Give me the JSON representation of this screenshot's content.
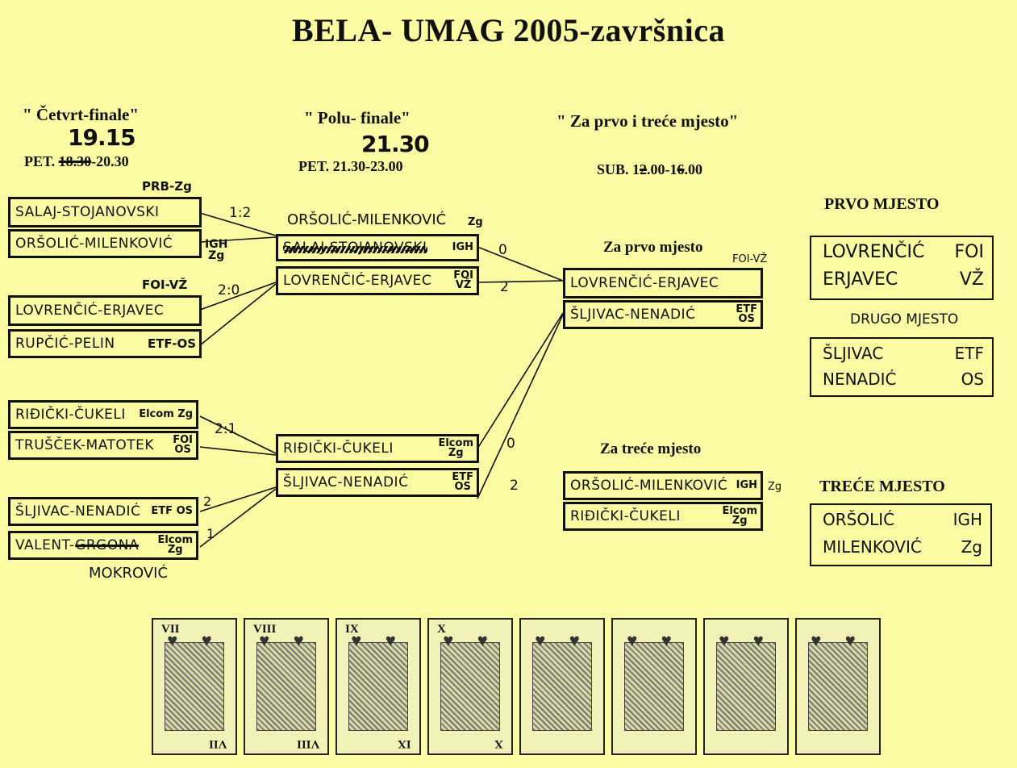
{
  "title": "BELA- UMAG 2005-završnica",
  "quarter": {
    "heading": "\" Četvrt-finale\"",
    "new_time": "19.15",
    "prefix": "PET.",
    "old_time": "18.30",
    "time_rest": "-20.30",
    "matches": [
      {
        "result": "1:2",
        "note": "PRB-Zg",
        "team_a": {
          "name": "SALAJ-STOJANOVSKI",
          "org": ""
        },
        "team_b": {
          "name": "ORŠOLIĆ-MILENKOVIĆ",
          "org": "IGH",
          "org2": "Zg"
        }
      },
      {
        "result": "2:0",
        "note": "FOI-VŽ",
        "team_a": {
          "name": "LOVRENČIĆ-ERJAVEC",
          "org": ""
        },
        "team_b": {
          "name": "RUPČIĆ-PELIN",
          "org": "ETF-OS"
        }
      },
      {
        "result": "2:1",
        "note": "",
        "team_a": {
          "name": "RIĐIČKI-ČUKELI",
          "org": "Elcom Zg"
        },
        "team_b": {
          "name": "TRUŠČEK-MATOTEK",
          "org": "FOI",
          "org2": "OS"
        }
      },
      {
        "result": "",
        "note": "",
        "team_a": {
          "name": "ŠLJIVAC-NENADIĆ",
          "org": "ETF OS",
          "score": "2"
        },
        "team_b": {
          "name": "VALENT-",
          "struck": "GRGONA",
          "org": "Elcom",
          "org2": "Zg",
          "score": "1",
          "replacement": "MOKROVIĆ"
        }
      }
    ]
  },
  "semi": {
    "heading": "\" Polu- finale\"",
    "new_time": "21.30",
    "time": "PET. 21.30-23.00",
    "match1": {
      "winner_note": "ORŠOLIĆ-MILENKOVIĆ",
      "winner_org": "Zg",
      "team_a": {
        "name": "SALAJ-STOJANOVSKI",
        "org": "IGH",
        "score": "0"
      },
      "team_b": {
        "name": "LOVRENČIĆ-ERJAVEC",
        "org": "FOI",
        "org2": "VŽ",
        "score": "2"
      }
    },
    "match2": {
      "team_a": {
        "name": "RIĐIČKI-ČUKELI",
        "org": "Elcom",
        "org2": "Zg",
        "score": "0"
      },
      "team_b": {
        "name": "ŠLJIVAC-NENADIĆ",
        "org": "ETF",
        "org2": "OS",
        "score": "2"
      }
    }
  },
  "final": {
    "heading": "\" Za prvo i treće mjesto\"",
    "time_prefix": "SUB. 1",
    "time_struck1": "2",
    "time_mid": ".00-1",
    "time_struck2": "6",
    "time_end": ".00",
    "first": {
      "label": "Za prvo mjesto",
      "note": "FOI-VŽ",
      "team_a": {
        "name": "LOVRENČIĆ-ERJAVEC",
        "org": ""
      },
      "team_b": {
        "name": "ŠLJIVAC-NENADIĆ",
        "org": "ETF",
        "org2": "OS"
      }
    },
    "third": {
      "label": "Za treće mjesto",
      "team_a": {
        "name": "ORŠOLIĆ-MILENKOVIĆ",
        "org": "IGH",
        "org2": "Zg"
      },
      "team_b": {
        "name": "RIĐIČKI-ČUKELI",
        "org": "Elcom",
        "org2": "Zg"
      }
    }
  },
  "podium": {
    "first": {
      "label": "PRVO MJESTO",
      "p1": "LOVRENČIĆ",
      "o1": "FOI",
      "p2": "ERJAVEC",
      "o2": "VŽ"
    },
    "second": {
      "label": "DRUGO MJESTO",
      "p1": "ŠLJIVAC",
      "o1": "ETF",
      "p2": "NENADIĆ",
      "o2": "OS"
    },
    "third": {
      "label": "TREĆE MJESTO",
      "p1": "ORŠOLIĆ",
      "o1": "IGH",
      "p2": "MILENKOVIĆ",
      "o2": "Zg"
    }
  },
  "cards": [
    {
      "rank": "VII",
      "icon": "heart-icon"
    },
    {
      "rank": "VIII",
      "icon": "heart-icon"
    },
    {
      "rank": "IX",
      "icon": "heart-icon"
    },
    {
      "rank": "X",
      "icon": "heart-icon"
    },
    {
      "rank": "",
      "icon": "heart-icon"
    },
    {
      "rank": "",
      "icon": "heart-icon"
    },
    {
      "rank": "",
      "icon": "heart-icon"
    },
    {
      "rank": "",
      "icon": "heart-icon"
    }
  ]
}
